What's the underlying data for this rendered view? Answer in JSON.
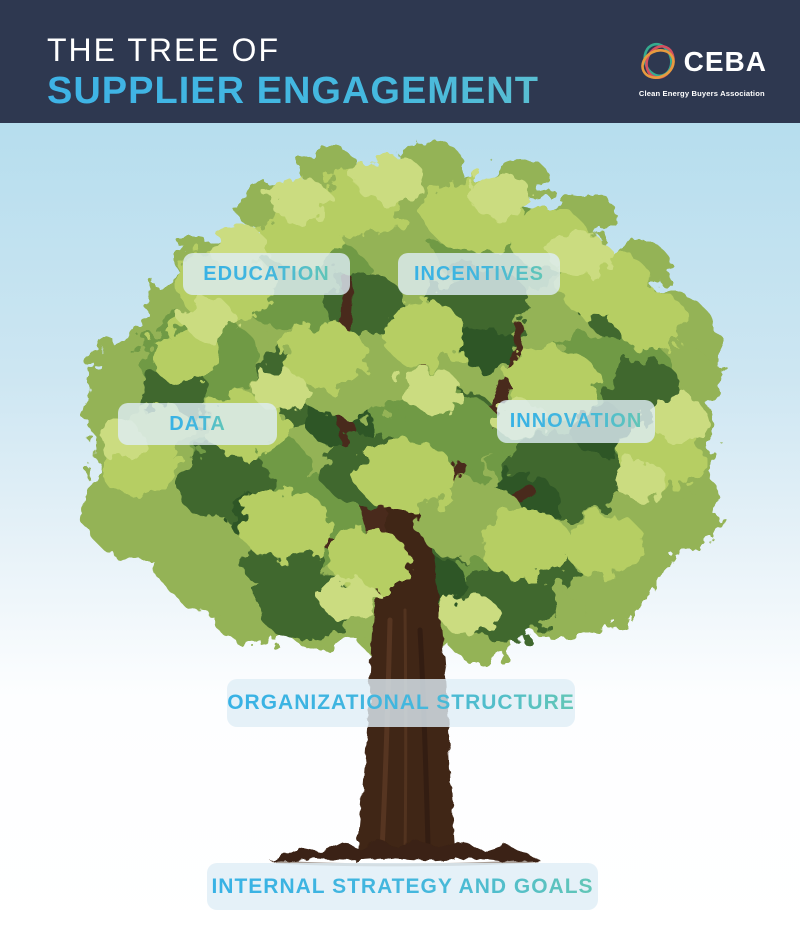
{
  "header": {
    "title_line1": "THE TREE OF",
    "title_line2": "SUPPLIER ENGAGEMENT"
  },
  "logo": {
    "acronym": "CEBA",
    "tagline": "Clean Energy Buyers Association",
    "ring_colors": [
      "#35ab8f",
      "#d5505e",
      "#e79b3f"
    ]
  },
  "labels": {
    "education": "EDUCATION",
    "incentives": "INCENTIVES",
    "data": "DATA",
    "innovation": "INNOVATION",
    "organizational_structure": "ORGANIZATIONAL STRUCTURE",
    "internal_strategy_goals": "INTERNAL STRATEGY AND GOALS"
  },
  "colors": {
    "header_bg": "#2e3850",
    "title_line1_color": "#ffffff",
    "title_gradient_start": "#3eb3e6",
    "title_gradient_end": "#7cc7bc",
    "label_bg": "rgba(222,238,246,0.80)",
    "label_text_gradient_start": "#38b2e5",
    "label_text_gradient_end": "#62c6b6",
    "sky_top": "#addaeb",
    "sky_bottom": "#ffffff",
    "foliage_greens": [
      "#cbdc80",
      "#b6ce64",
      "#94b356",
      "#86a74d",
      "#6f9a45",
      "#41682e",
      "#2f5728"
    ],
    "trunk_brown": "#3f2617",
    "root_brown": "#3a2214"
  }
}
